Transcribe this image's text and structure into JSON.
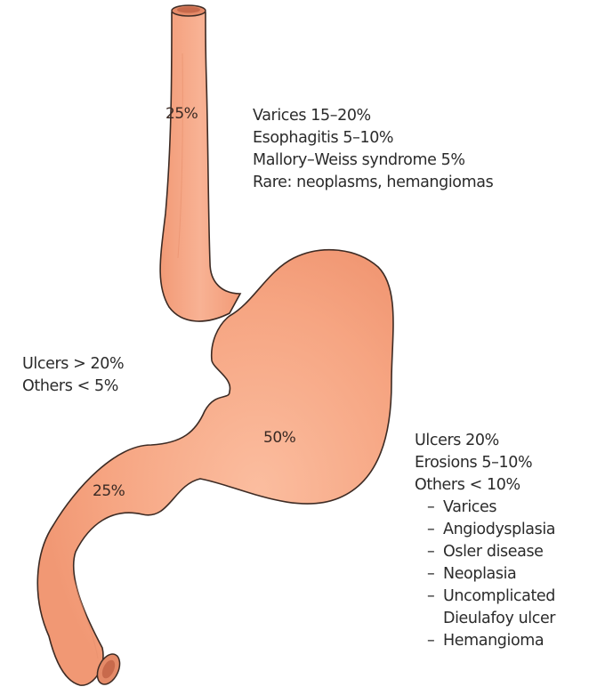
{
  "colors": {
    "organ_fill": "#f7a786",
    "organ_fill_light": "#fac0a4",
    "outline": "#3d2b24",
    "text": "#2b2b2b"
  },
  "esophagus": {
    "percent": "25%",
    "causes": [
      "Varices 15–20%",
      "Esophagitis 5–10%",
      "Mallory–Weiss syndrome 5%",
      "Rare: neoplasms, hemangiomas"
    ]
  },
  "duodenum": {
    "percent": "25%",
    "causes": [
      "Ulcers > 20%",
      "Others < 5%"
    ]
  },
  "stomach": {
    "percent": "50%",
    "causes": [
      "Ulcers 20%",
      "Erosions 5–10%",
      "Others < 10%"
    ],
    "others": [
      "Varices",
      "Angiodysplasia",
      "Osler disease",
      "Neoplasia",
      "Uncomplicated",
      "Dieulafoy ulcer",
      "Hemangioma"
    ],
    "dash": "–"
  }
}
